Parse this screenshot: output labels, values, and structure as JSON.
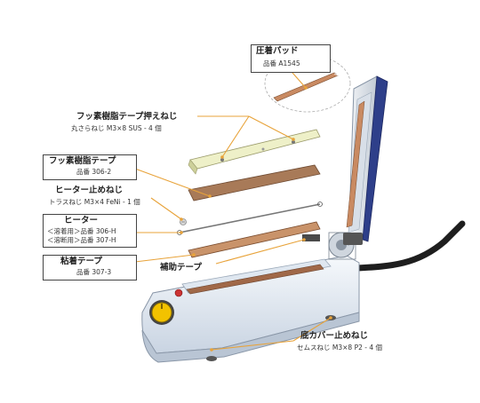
{
  "parts": {
    "pressure_pad": {
      "title": "圧着パッド",
      "sub": "品番 A1545"
    },
    "fluoro_screw": {
      "title": "フッ素樹脂テープ押えねじ",
      "sub": "丸さらねじ M3×8 SUS - 4 個"
    },
    "fluoro_tape": {
      "title": "フッ素樹脂テープ",
      "sub": "品番 306-2"
    },
    "heater_screw": {
      "title": "ヒーター止めねじ",
      "sub": "トラスねじ M3×4 FeNi - 1 個"
    },
    "heater": {
      "title": "ヒーター",
      "sub1": "＜溶着用＞品番 306-H",
      "sub2": "＜溶断用＞品番 307-H"
    },
    "adhesive_tape": {
      "title": "粘着テープ",
      "sub": "品番 307-3"
    },
    "aux_tape": {
      "title": "補助テープ"
    },
    "bottom_cover_screw": {
      "title": "底カバー止めねじ",
      "sub": "セムスねじ M3×8 P2 - 4 個"
    }
  },
  "colors": {
    "leader": "#e8a33a",
    "body": "#e8eef6",
    "pad_copper": "#c98a62",
    "tape_brown": "#a87a58",
    "heater_bar": "#c9936a",
    "screw_plate": "#eef0c8",
    "arm_blue": "#2e3f8a",
    "knob_yellow": "#f2c200"
  }
}
